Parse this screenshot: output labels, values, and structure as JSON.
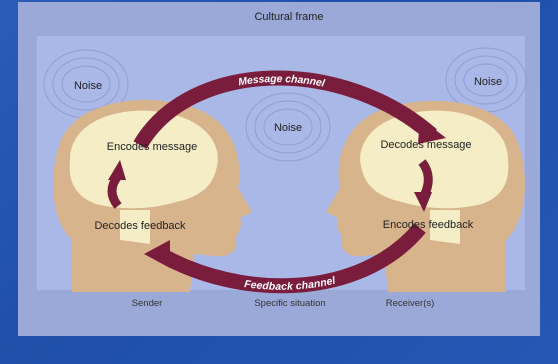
{
  "title": "Cultural frame",
  "noise_labels": [
    "Noise",
    "Noise",
    "Noise"
  ],
  "sender": {
    "encodes": "Encodes message",
    "decodes": "Decodes feedback",
    "label": "Sender"
  },
  "receiver": {
    "decodes": "Decodes message",
    "encodes": "Encodes feedback",
    "label": "Receiver(s)"
  },
  "channels": {
    "message": "Message channel",
    "feedback": "Feedback channel"
  },
  "situation": "Specific situation",
  "colors": {
    "arrow": "#7a1c3c",
    "head": "#d8b48c",
    "brain": "#f4edc6",
    "frame": "#9aa9d8",
    "inner": "#a9b8e6"
  }
}
